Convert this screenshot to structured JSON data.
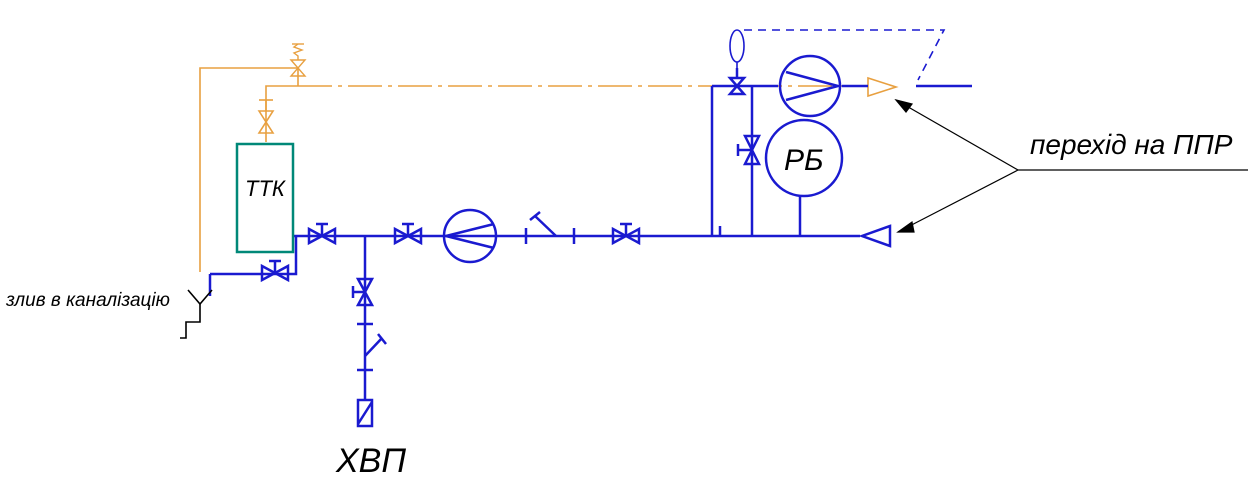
{
  "labels": {
    "boiler": "ТТК",
    "expansion_tank": "РБ",
    "drain": "злив в каналізацію",
    "cold_water": "ХВП",
    "transition": "перехід на ППР"
  },
  "colors": {
    "supply_line": "#e8a040",
    "return_line": "#1a1ad0",
    "boiler_outline": "#008878",
    "text": "#000000",
    "leader": "#000000"
  },
  "icons": [
    "ball-valve-icon",
    "pump-icon",
    "safety-valve-icon",
    "filter-icon",
    "drain-funnel-icon",
    "air-vent-icon"
  ]
}
